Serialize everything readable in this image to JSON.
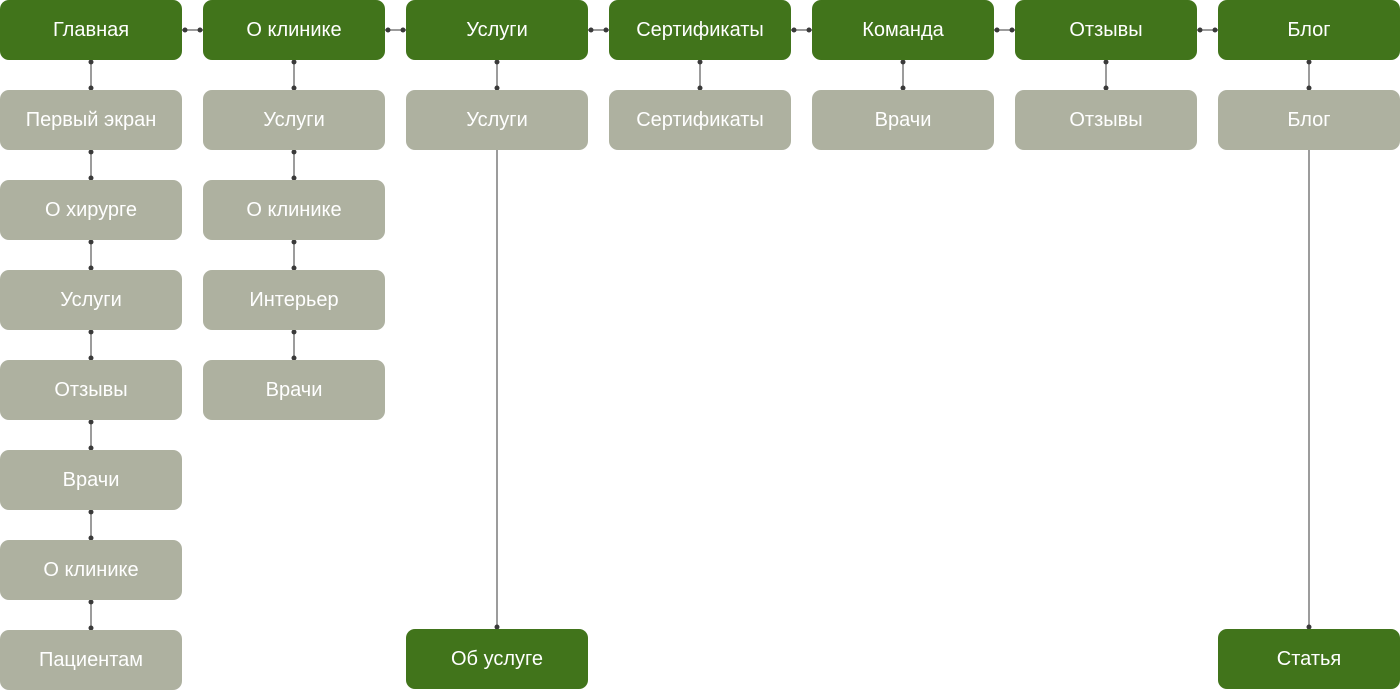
{
  "colors": {
    "primary_node": "#41741b",
    "secondary_node": "#aeb1a0",
    "connector": "#3a3a3a",
    "node_text": "#ffffff"
  },
  "columns": [
    {
      "id": "glavnaya",
      "title": "Главная",
      "children": [
        "Первый экран",
        "О хирурге",
        "Услуги",
        "Отзывы",
        "Врачи",
        "О клинике",
        "Пациентам"
      ],
      "leaf": null
    },
    {
      "id": "o-klinike",
      "title": "О клинике",
      "children": [
        "Услуги",
        "О клинике",
        "Интерьер",
        "Врачи"
      ],
      "leaf": null
    },
    {
      "id": "uslugi",
      "title": "Услуги",
      "children": [
        "Услуги"
      ],
      "leaf": "Об услуге"
    },
    {
      "id": "sertifikaty",
      "title": "Сертификаты",
      "children": [
        "Сертификаты"
      ],
      "leaf": null
    },
    {
      "id": "komanda",
      "title": "Команда",
      "children": [
        "Врачи"
      ],
      "leaf": null
    },
    {
      "id": "otzyvy",
      "title": "Отзывы",
      "children": [
        "Отзывы"
      ],
      "leaf": null
    },
    {
      "id": "blog",
      "title": "Блог",
      "children": [
        "Блог"
      ],
      "leaf": "Статья"
    }
  ]
}
